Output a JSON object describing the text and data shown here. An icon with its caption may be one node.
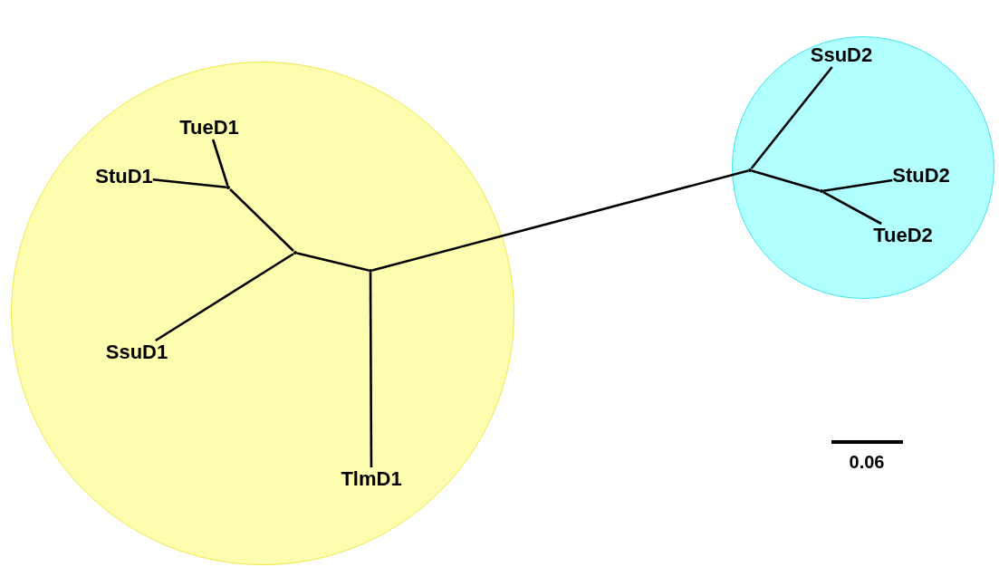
{
  "diagram": {
    "nodes": [
      {
        "text": [],
        "shape": "circle"
      },
      {
        "text": [],
        "shape": "circle"
      },
      {
        "text": [
          "TueD1"
        ],
        "in": 0
      },
      {
        "text": [
          "StuD1"
        ],
        "in": 0
      },
      {
        "text": [
          "SsuD1"
        ],
        "in": 0
      },
      {
        "text": [
          "TlmD1"
        ],
        "in": 0
      },
      {
        "text": [
          "SsuD2"
        ],
        "in": 1
      },
      {
        "text": [
          "StuD2"
        ],
        "in": 1
      },
      {
        "text": [
          "TueD2"
        ],
        "in": 1
      },
      {
        "text": [],
        "shape": "point",
        "in": 0
      },
      {
        "text": [],
        "shape": "point",
        "in": 0
      },
      {
        "text": [],
        "shape": "point",
        "in": 0
      },
      {
        "text": [],
        "shape": "point",
        "in": 1
      },
      {
        "text": [],
        "shape": "point",
        "in": 1
      }
    ],
    "edges": [
      {
        "from": 9,
        "to": 2,
        "arrow": "none"
      },
      {
        "from": 9,
        "to": 3,
        "arrow": "none"
      },
      {
        "from": 10,
        "to": 9,
        "arrow": "none"
      },
      {
        "from": 10,
        "to": 4,
        "arrow": "none"
      },
      {
        "from": 10,
        "to": 11,
        "arrow": "none"
      },
      {
        "from": 11,
        "to": 5,
        "arrow": "none"
      },
      {
        "from": 11,
        "to": 12,
        "arrow": "none"
      },
      {
        "from": 12,
        "to": 6,
        "arrow": "none"
      },
      {
        "from": 12,
        "to": 13,
        "arrow": "none"
      },
      {
        "from": 13,
        "to": 7,
        "arrow": "none"
      },
      {
        "from": 13,
        "to": 8,
        "arrow": "none"
      }
    ],
    "labels": [
      "0.06"
    ]
  }
}
